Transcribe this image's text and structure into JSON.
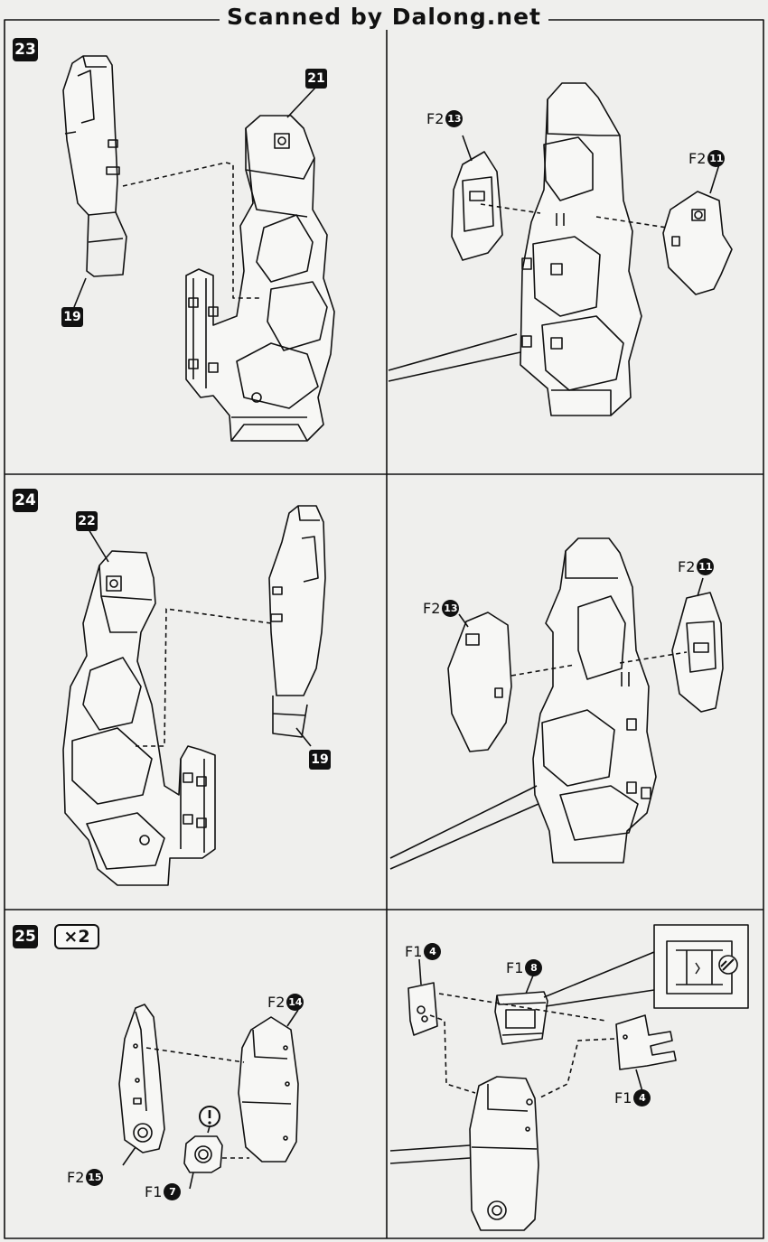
{
  "header": {
    "title": "Scanned by Dalong.net"
  },
  "steps": [
    {
      "number": "23",
      "refs": [
        "21",
        "19"
      ],
      "parts": [
        {
          "runner": "F2",
          "num": "13"
        },
        {
          "runner": "F2",
          "num": "11"
        }
      ]
    },
    {
      "number": "24",
      "refs": [
        "22",
        "19"
      ],
      "parts": [
        {
          "runner": "F2",
          "num": "11"
        },
        {
          "runner": "F2",
          "num": "13"
        }
      ]
    },
    {
      "number": "25",
      "quantity": "×2",
      "parts": [
        {
          "runner": "F2",
          "num": "14"
        },
        {
          "runner": "F2",
          "num": "15"
        },
        {
          "runner": "F1",
          "num": "7"
        },
        {
          "runner": "F1",
          "num": "4"
        },
        {
          "runner": "F1",
          "num": "8"
        },
        {
          "runner": "F1",
          "num": "4"
        }
      ]
    }
  ]
}
